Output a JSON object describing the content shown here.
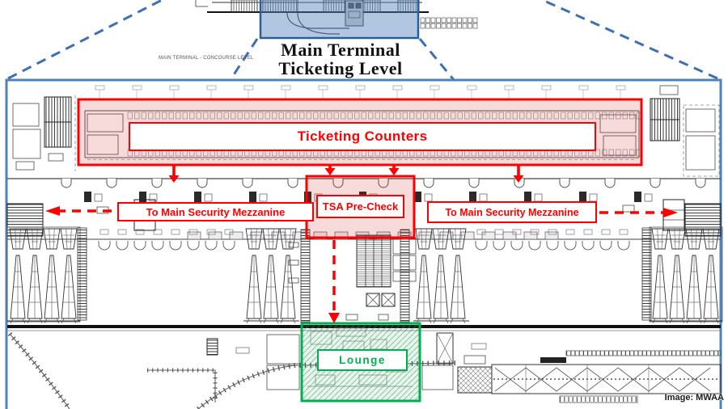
{
  "header": {
    "mini_plan_caption": "MAIN TERMINAL - CONCOURSE LEVEL",
    "title_line1": "Main Terminal",
    "title_line2": "Ticketing Level"
  },
  "callouts": {
    "ticketing_counters": "Ticketing Counters",
    "tsa_precheck": "TSA Pre-Check",
    "security_left": "To Main Security Mezzanine",
    "security_right": "To Main Security Mezzanine",
    "lounge": "Lounge"
  },
  "credit": "Image: MWAA",
  "colors": {
    "annotation_red": "#FF0000",
    "annotation_green": "#00B050",
    "highlight_blue_fill": "#A9C3E0",
    "highlight_blue_border": "#2E5F94",
    "dashed_blue": "#3C6FB6",
    "frame_blue": "#4F81BD",
    "pink_fill": "rgba(210,40,40,0.17)",
    "plan_ink": "#4a4a4a"
  }
}
